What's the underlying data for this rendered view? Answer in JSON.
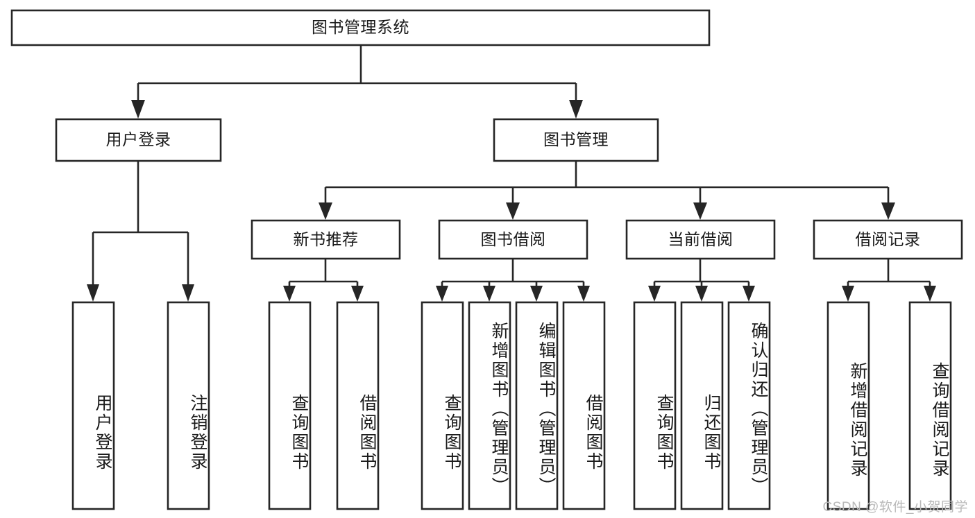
{
  "diagram": {
    "title": "图书管理系统",
    "type": "tree-hierarchy",
    "root": {
      "id": "root",
      "label": "图书管理系统"
    },
    "level2": [
      {
        "id": "user-login",
        "label": "用户登录"
      },
      {
        "id": "book-manage",
        "label": "图书管理"
      }
    ],
    "level3": [
      {
        "id": "new-book-rec",
        "label": "新书推荐",
        "parent": "book-manage"
      },
      {
        "id": "book-borrow",
        "label": "图书借阅",
        "parent": "book-manage"
      },
      {
        "id": "current-borrow",
        "label": "当前借阅",
        "parent": "book-manage"
      },
      {
        "id": "borrow-record",
        "label": "借阅记录",
        "parent": "book-manage"
      }
    ],
    "leaves": [
      {
        "id": "leaf-user-login",
        "label": "用户登录",
        "parent": "user-login"
      },
      {
        "id": "leaf-logout-login",
        "label": "注销登录",
        "parent": "user-login"
      },
      {
        "id": "leaf-query-book-1",
        "label": "查询图书",
        "parent": "new-book-rec"
      },
      {
        "id": "leaf-borrow-book-1",
        "label": "借阅图书",
        "parent": "new-book-rec"
      },
      {
        "id": "leaf-query-book-2",
        "label": "查询图书",
        "parent": "book-borrow"
      },
      {
        "id": "leaf-add-book",
        "label": "新增图书（管理员）",
        "parent": "book-borrow"
      },
      {
        "id": "leaf-edit-book",
        "label": "编辑图书（管理员）",
        "parent": "book-borrow"
      },
      {
        "id": "leaf-borrow-book-2",
        "label": "借阅图书",
        "parent": "book-borrow"
      },
      {
        "id": "leaf-query-book-3",
        "label": "查询图书",
        "parent": "current-borrow"
      },
      {
        "id": "leaf-return-book",
        "label": "归还图书",
        "parent": "current-borrow"
      },
      {
        "id": "leaf-confirm-return",
        "label": "确认归还（管理员）",
        "parent": "current-borrow"
      },
      {
        "id": "leaf-add-record",
        "label": "新增借阅记录",
        "parent": "borrow-record"
      },
      {
        "id": "leaf-query-record",
        "label": "查询借阅记录",
        "parent": "borrow-record"
      }
    ],
    "watermark": "CSDN @软件_小贺同学",
    "colors": {
      "stroke": "#262626",
      "fill": "#ffffff",
      "text": "#1a1a1a",
      "watermark": "#b9b9b9"
    }
  }
}
